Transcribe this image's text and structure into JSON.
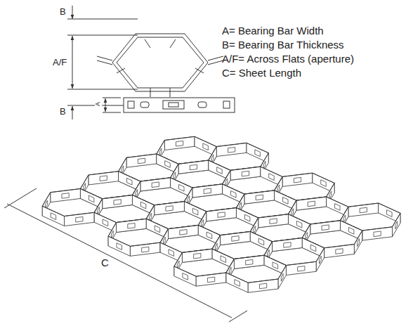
{
  "diagram": {
    "labels": [
      "B",
      "A/F",
      "B",
      "A",
      "A= Bearing Bar Width",
      "B= Bearing Bar Thickness",
      "A/F= Across Flats (aperture)",
      "C= Sheet Length",
      "C"
    ]
  }
}
